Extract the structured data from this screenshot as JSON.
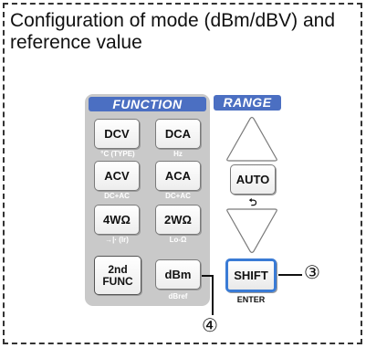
{
  "caption": {
    "line1": "Configuration of mode (dBm/dBV) and",
    "line2": "reference value"
  },
  "function_panel": {
    "title": "FUNCTION",
    "keys": {
      "dcv": "DCV",
      "dca": "DCA",
      "acv": "ACV",
      "aca": "ACA",
      "4w": "4WΩ",
      "2w": "2WΩ",
      "2nd_line1": "2nd",
      "2nd_line2": "FUNC",
      "dbm": "dBm"
    },
    "sublabels": {
      "dcv": "°C (TYPE)",
      "dca": "Hz",
      "acv": "DC+AC",
      "aca": "DC+AC",
      "4w": "→|· (Ir)",
      "2w": "Lo-Ω",
      "dbm": "dBref"
    }
  },
  "range_panel": {
    "title": "RANGE",
    "auto": "AUTO",
    "auto_sub": "⮌",
    "shift": "SHIFT",
    "shift_sub": "ENTER"
  },
  "callouts": {
    "shift": "③",
    "dbm": "④"
  }
}
